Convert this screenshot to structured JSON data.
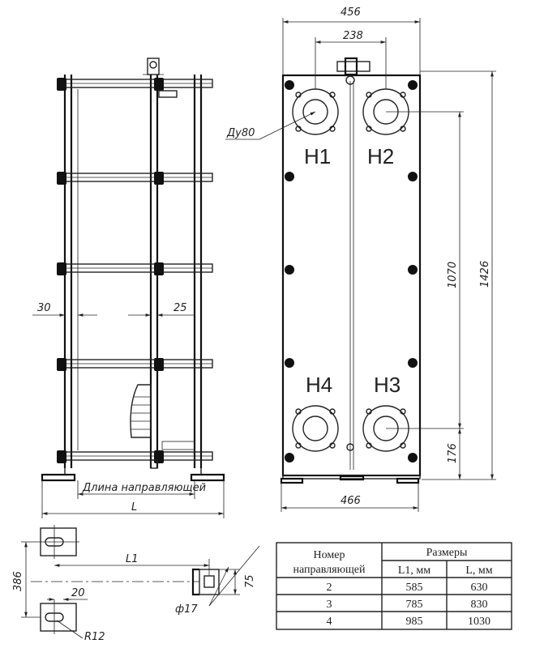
{
  "dims": {
    "width_top": "456",
    "port_spacing": "238",
    "height_total": "1426",
    "port_vertical": "1070",
    "bottom_offset": "176",
    "width_bottom": "466",
    "port_diameter": "Ду80",
    "gap_left": "30",
    "gap_right": "25",
    "guide_length": "Длина направляющей",
    "length_total": "L",
    "guide_spacing": "386",
    "l1": "L1",
    "offset_20": "20",
    "bar_75": "75",
    "hole_diameter": "ф17",
    "radius": "R12"
  },
  "ports": {
    "h1": "H1",
    "h2": "H2",
    "h3": "H3",
    "h4": "H4"
  },
  "table": {
    "col_number": "Номер направляющей",
    "col_sizes": "Размеры",
    "col_l1": "L1, мм",
    "col_l": "L, мм",
    "rows": [
      {
        "n": "2",
        "l1": "585",
        "l": "630"
      },
      {
        "n": "3",
        "l1": "785",
        "l": "830"
      },
      {
        "n": "4",
        "l1": "985",
        "l": "1030"
      }
    ]
  }
}
